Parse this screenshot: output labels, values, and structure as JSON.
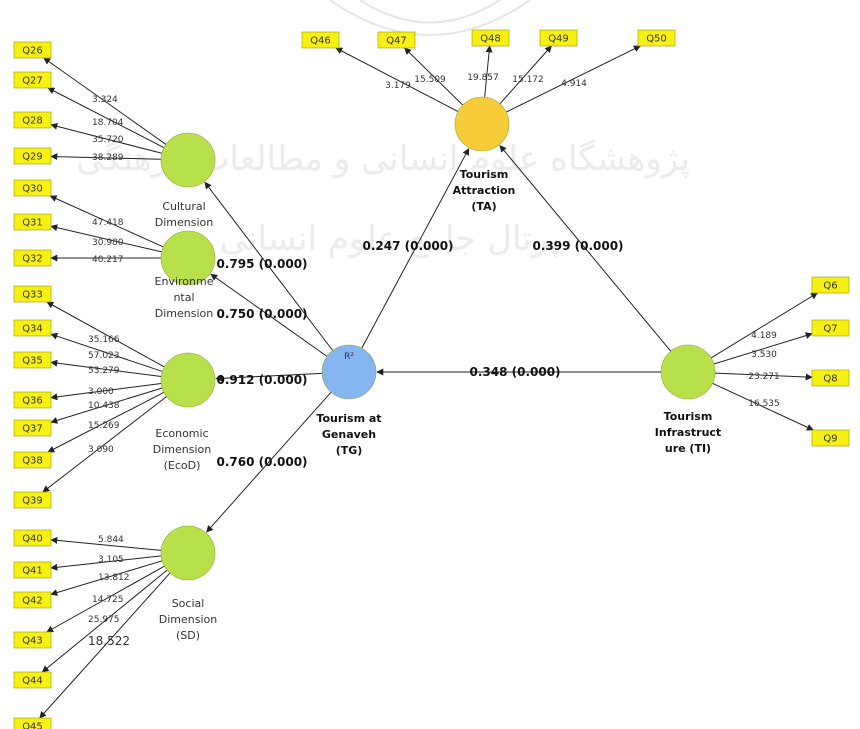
{
  "watermark": {
    "line1": "پژوهشگاه علوم انسانی و مطالعات فرهنگی",
    "line2": "پرتال جامع علوم انسانی"
  },
  "constructs": [
    {
      "id": "cd",
      "label_lines": [
        "Cultural",
        "Dimension"
      ],
      "color": "#b8e04a"
    },
    {
      "id": "env",
      "label_lines": [
        "Environme",
        "ntal",
        "Dimension"
      ],
      "color": "#b8e04a"
    },
    {
      "id": "eco",
      "label_lines": [
        "Economic",
        "Dimension",
        "(EcoD)"
      ],
      "color": "#b8e04a"
    },
    {
      "id": "sd",
      "label_lines": [
        "Social",
        "Dimension",
        "(SD)"
      ],
      "color": "#b8e04a"
    },
    {
      "id": "ta",
      "label_lines": [
        "Tourism",
        "Attraction",
        "(TA)"
      ],
      "color": "#f7cd3a"
    },
    {
      "id": "tg",
      "label_lines": [
        "Tourism at",
        "Genaveh",
        "(TG)"
      ],
      "color": "#86b6f2",
      "r2": "R²"
    },
    {
      "id": "ti",
      "label_lines": [
        "Tourism",
        "Infrastruct",
        "ure (TI)"
      ],
      "color": "#b8e04a"
    }
  ],
  "indicators": {
    "cd": [
      {
        "name": "Q26",
        "loading": "3.324"
      },
      {
        "name": "Q27",
        "loading": "18.704"
      },
      {
        "name": "Q28",
        "loading": "35.720"
      },
      {
        "name": "Q29",
        "loading": "38.289"
      }
    ],
    "env": [
      {
        "name": "Q30",
        "loading": "47.418"
      },
      {
        "name": "Q31",
        "loading": "30.980"
      },
      {
        "name": "Q32",
        "loading": "40.217"
      }
    ],
    "eco": [
      {
        "name": "Q33",
        "loading": "35.166"
      },
      {
        "name": "Q34",
        "loading": "57.023"
      },
      {
        "name": "Q35",
        "loading": "53.279"
      },
      {
        "name": "Q36",
        "loading": "3.000"
      },
      {
        "name": "Q37",
        "loading": "10.438"
      },
      {
        "name": "Q38",
        "loading": "15.269"
      },
      {
        "name": "Q39",
        "loading": "3.090"
      }
    ],
    "sd": [
      {
        "name": "Q40",
        "loading": "5.844"
      },
      {
        "name": "Q41",
        "loading": "3.105"
      },
      {
        "name": "Q42",
        "loading": "13.812"
      },
      {
        "name": "Q43",
        "loading": "14.725"
      },
      {
        "name": "Q44",
        "loading": "25.975"
      },
      {
        "name": "Q45",
        "loading": "18.522"
      }
    ],
    "ta": [
      {
        "name": "Q46",
        "loading": "3.179"
      },
      {
        "name": "Q47",
        "loading": "15.509"
      },
      {
        "name": "Q48",
        "loading": "19.857"
      },
      {
        "name": "Q49",
        "loading": "15.172"
      },
      {
        "name": "Q50",
        "loading": "4.914"
      }
    ],
    "ti": [
      {
        "name": "Q6",
        "loading": "4.189"
      },
      {
        "name": "Q7",
        "loading": "3.530"
      },
      {
        "name": "Q8",
        "loading": "23.271"
      },
      {
        "name": "Q9",
        "loading": "16.535"
      }
    ]
  },
  "paths": [
    {
      "from": "tg",
      "to": "cd",
      "label": "0.795 (0.000)"
    },
    {
      "from": "tg",
      "to": "env",
      "label": "0.750 (0.000)"
    },
    {
      "from": "tg",
      "to": "eco",
      "label": "0.912 (0.000)"
    },
    {
      "from": "tg",
      "to": "sd",
      "label": "0.760 (0.000)"
    },
    {
      "from": "tg",
      "to": "ta",
      "label": "0.247 (0.000)"
    },
    {
      "from": "ti",
      "to": "ta",
      "label": "0.399 (0.000)"
    },
    {
      "from": "ti",
      "to": "tg",
      "label": "0.348 (0.000)"
    }
  ]
}
